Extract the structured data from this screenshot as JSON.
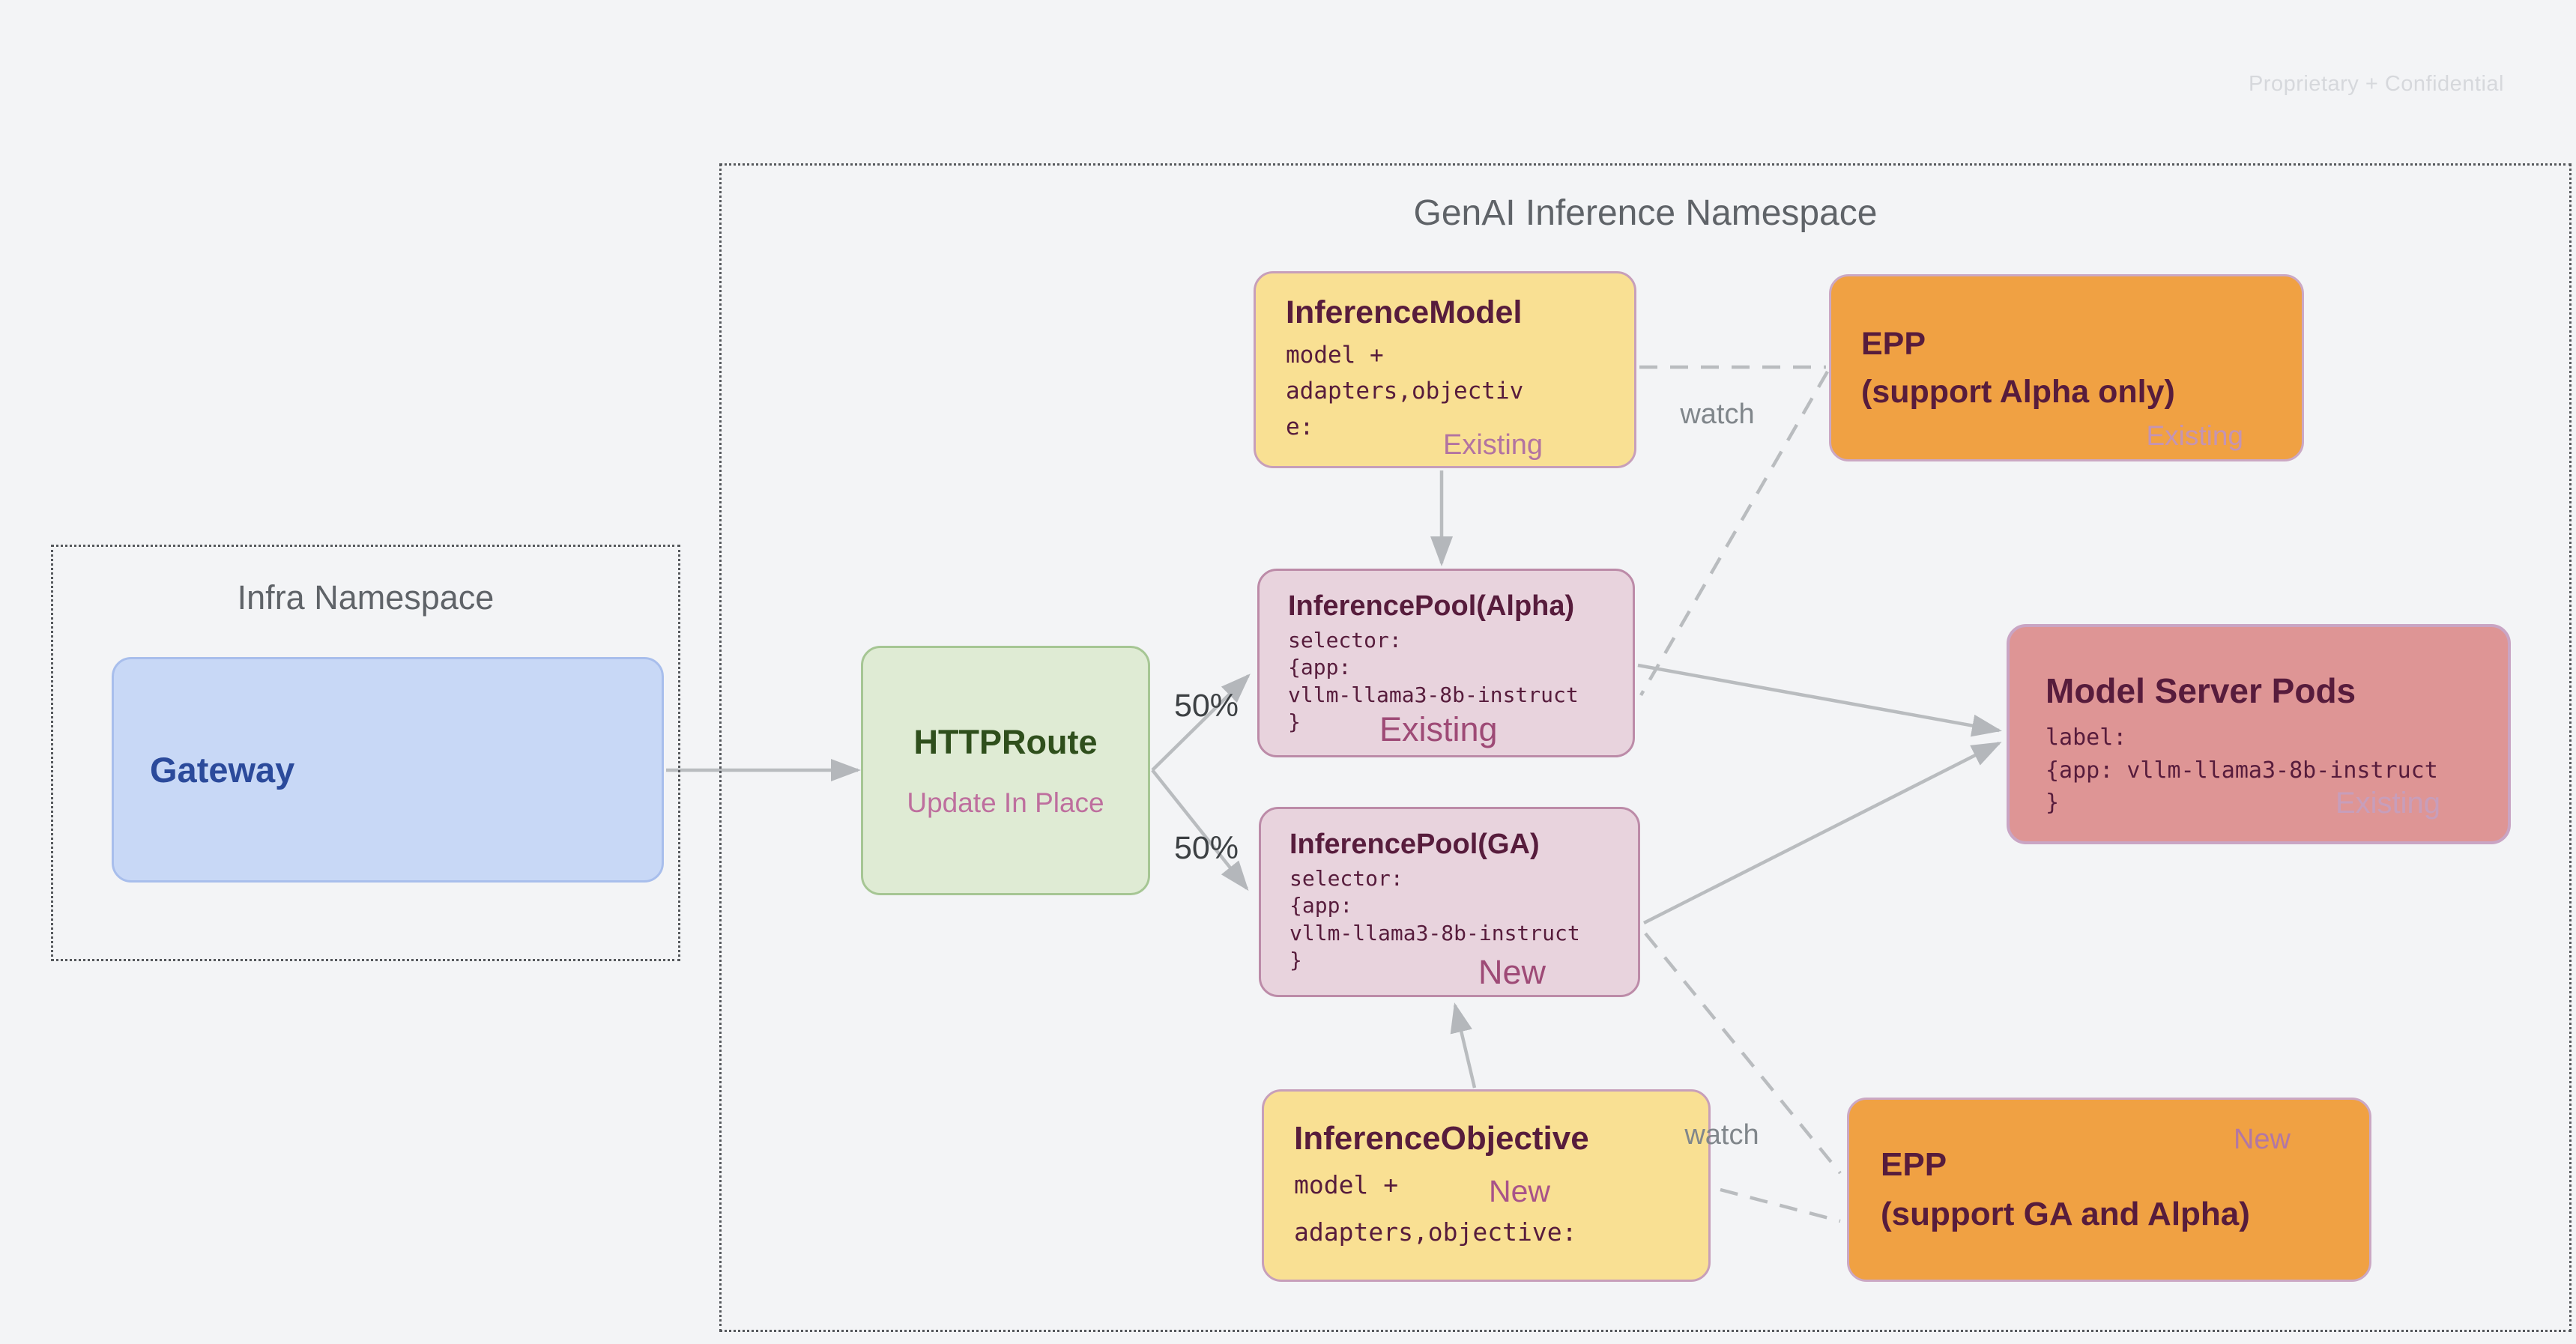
{
  "page": {
    "confidential_note": "Proprietary + Confidential"
  },
  "namespaces": {
    "infra": {
      "title": "Infra Namespace"
    },
    "genai": {
      "title": "GenAI Inference Namespace"
    }
  },
  "nodes": {
    "gateway": {
      "title": "Gateway"
    },
    "httproute": {
      "title": "HTTPRoute",
      "subtitle": "Update In Place"
    },
    "inference_model": {
      "title": "InferenceModel",
      "code": "model +\nadapters,objectiv\ne:",
      "status": "Existing"
    },
    "epp_alpha": {
      "title": "EPP",
      "subtitle": "(support Alpha only)",
      "status": "Existing"
    },
    "pool_alpha": {
      "title": "InferencePool(Alpha)",
      "code": "selector:\n{app:\nvllm-llama3-8b-instruct\n}",
      "status": "Existing"
    },
    "pool_ga": {
      "title": "InferencePool(GA)",
      "code": "selector:\n{app:\nvllm-llama3-8b-instruct\n}",
      "status": "New"
    },
    "model_server_pods": {
      "title": "Model Server Pods",
      "code": "label:\n{app: vllm-llama3-8b-instruct\n}",
      "status": "Existing"
    },
    "inference_objective": {
      "title": "InferenceObjective",
      "code": "model +\nadapters,objective:",
      "status": "New"
    },
    "epp_ga": {
      "title": "EPP",
      "subtitle": "(support GA and Alpha)",
      "status": "New"
    }
  },
  "edge_labels": {
    "split_top": "50%",
    "split_bottom": "50%",
    "watch_top": "watch",
    "watch_bottom": "watch"
  },
  "colors": {
    "background": "#F3F4F6",
    "yellow_node": "#F9E093",
    "orange_node": "#F0A143",
    "pink_node": "#E8D3DD",
    "salmon_node": "#DE9595",
    "green_node": "#DFEBD4",
    "blue_node": "#C8D8F6",
    "title_maroon": "#571C3C",
    "status_mauve": "#9E4A76",
    "line_gray": "#B9BCBF"
  }
}
